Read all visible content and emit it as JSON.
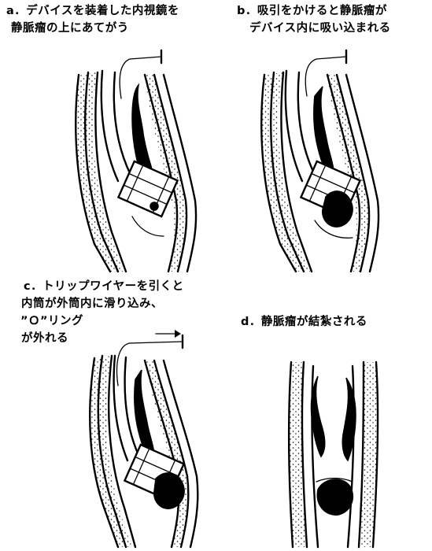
{
  "captions": {
    "a": [
      "a．デバイスを装着した内視鏡を",
      "静脈瘤の上にあてがう"
    ],
    "b": [
      "b．吸引をかけると静脈瘤が",
      "デバイス内に吸い込まれる"
    ],
    "c": [
      "c．トリップワイヤーを引くと",
      "内筒が外筒内に滑り込み、",
      "”Ｏ”リング",
      "が外れる"
    ],
    "d": [
      "d．静脈瘤が結紮される"
    ]
  }
}
